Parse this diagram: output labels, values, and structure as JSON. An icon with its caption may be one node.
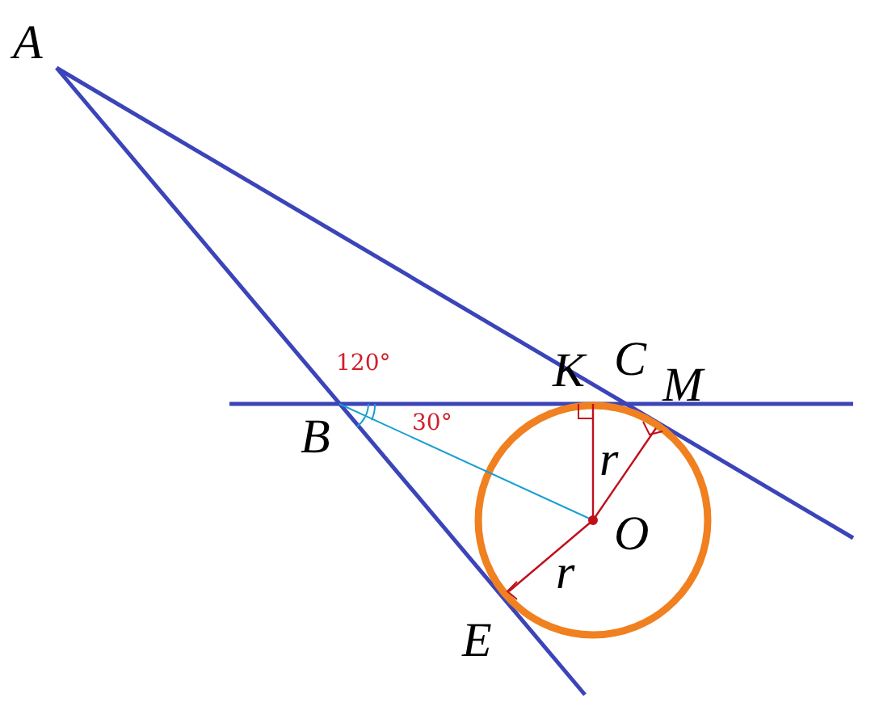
{
  "diagram": {
    "labels": [
      "A",
      "120°",
      "K",
      "C",
      "M",
      "B",
      "30°",
      "r",
      "O",
      "r",
      "E"
    ]
  }
}
